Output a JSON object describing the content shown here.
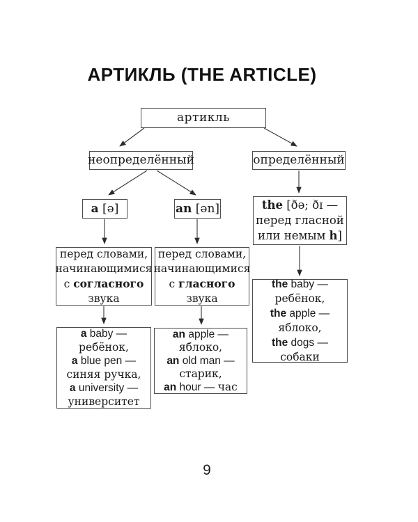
{
  "page": {
    "title": "АРТИКЛЬ (THE ARTICLE)",
    "page_number": "9"
  },
  "colors": {
    "background": "#ffffff",
    "text": "#1b1b1b",
    "box_border": "#4d4d4d",
    "arrow": "#333333"
  },
  "diagram": {
    "root_label": "артикль",
    "indefinite_label": "неопределённый",
    "definite_label": "определённый",
    "a": {
      "article": "a",
      "transcription": " [ə]"
    },
    "an": {
      "article": "an",
      "transcription": " [ən]"
    },
    "the": {
      "article": "the",
      "transcription_rest": " [ðə; ðɪ —",
      "line2": "перед гласной",
      "line3_pre": "или немым ",
      "line3_bold": "h",
      "line3_post": "]"
    },
    "rule_consonant": {
      "line1": "перед словами,",
      "line2": "начинающимися",
      "line3_pre": "с ",
      "line3_bold": "согласного",
      "line4": "звука"
    },
    "rule_vowel": {
      "line1": "перед словами,",
      "line2": "начинающимися",
      "line3_pre": "с ",
      "line3_bold": "гласного",
      "line4": "звука"
    },
    "examples_a": {
      "lines": [
        {
          "b": "a",
          "en": " baby —",
          "ru": ""
        },
        {
          "b": "",
          "en": "",
          "ru": "ребёнок,"
        },
        {
          "b": "a",
          "en": " blue pen —",
          "ru": ""
        },
        {
          "b": "",
          "en": "",
          "ru": "синяя ручка,"
        },
        {
          "b": "a",
          "en": " university —",
          "ru": ""
        },
        {
          "b": "",
          "en": "",
          "ru": "университет"
        }
      ]
    },
    "examples_an": {
      "lines": [
        {
          "b": "an",
          "en": " apple —",
          "ru": ""
        },
        {
          "b": "",
          "en": "",
          "ru": "яблоко,"
        },
        {
          "b": "an",
          "en": " old man —",
          "ru": ""
        },
        {
          "b": "",
          "en": "",
          "ru": "старик,"
        },
        {
          "b": "an",
          "en": " hour — ",
          "ru": "час"
        }
      ]
    },
    "examples_the": {
      "lines": [
        {
          "b": "the",
          "en": " baby —",
          "ru": ""
        },
        {
          "b": "",
          "en": "",
          "ru": "ребёнок,"
        },
        {
          "b": "the",
          "en": " apple —",
          "ru": ""
        },
        {
          "b": "",
          "en": "",
          "ru": "яблоко,"
        },
        {
          "b": "the",
          "en": " dogs —",
          "ru": ""
        },
        {
          "b": "",
          "en": "",
          "ru": "собаки"
        }
      ]
    }
  }
}
